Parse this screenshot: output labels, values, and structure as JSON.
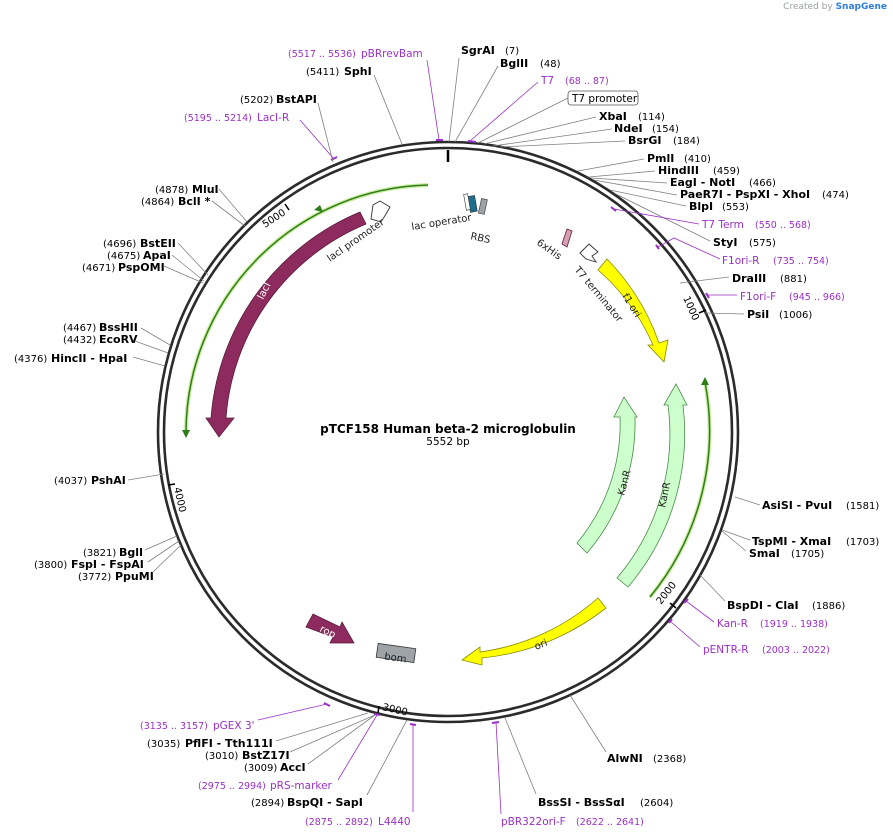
{
  "credit": {
    "prefix": "Created by",
    "brand": "SnapGene"
  },
  "map": {
    "name": "pTCF158 Human beta-2 microglobulin",
    "length_label": "5552 bp",
    "ticks": [
      "1000",
      "2000",
      "3000",
      "4000",
      "5000"
    ]
  },
  "sites": [
    {
      "name": "SgrAI",
      "pos": "(7)"
    },
    {
      "name": "BglII",
      "pos": "(48)"
    },
    {
      "name": "XbaI",
      "pos": "(114)"
    },
    {
      "name": "NdeI",
      "pos": "(154)"
    },
    {
      "name": "BsrGI",
      "pos": "(184)"
    },
    {
      "name": "PmlI",
      "pos": "(410)"
    },
    {
      "name": "HindIII",
      "pos": "(459)"
    },
    {
      "name": "EagI - NotI",
      "pos": "(466)"
    },
    {
      "name": "PaeR7I - PspXI - XhoI",
      "pos": "(474)"
    },
    {
      "name": "BlpI",
      "pos": "(553)"
    },
    {
      "name": "StyI",
      "pos": "(575)"
    },
    {
      "name": "DraIII",
      "pos": "(881)"
    },
    {
      "name": "PsiI",
      "pos": "(1006)"
    },
    {
      "name": "AsiSI - PvuI",
      "pos": "(1581)"
    },
    {
      "name": "TspMI - XmaI",
      "pos": "(1703)"
    },
    {
      "name": "SmaI",
      "pos": "(1705)"
    },
    {
      "name": "BspDI - ClaI",
      "pos": "(1886)"
    },
    {
      "name": "AlwNI",
      "pos": "(2368)"
    },
    {
      "name": "BssSI - BssSαI",
      "pos": "(2604)"
    },
    {
      "name": "BspQI - SapI",
      "pos": "(2894)"
    },
    {
      "name": "AccI",
      "pos": "(3009)"
    },
    {
      "name": "BstZ17I",
      "pos": "(3010)"
    },
    {
      "name": "PflFI - Tth111I",
      "pos": "(3035)"
    },
    {
      "name": "PpuMI",
      "pos": "(3772)"
    },
    {
      "name": "FspI - FspAI",
      "pos": "(3800)"
    },
    {
      "name": "BglI",
      "pos": "(3821)"
    },
    {
      "name": "PshAI",
      "pos": "(4037)"
    },
    {
      "name": "HincII - HpaI",
      "pos": "(4376)"
    },
    {
      "name": "EcoRV",
      "pos": "(4432)"
    },
    {
      "name": "BssHII",
      "pos": "(4467)"
    },
    {
      "name": "PspOMI",
      "pos": "(4671)"
    },
    {
      "name": "ApaI",
      "pos": "(4675)"
    },
    {
      "name": "BstEII",
      "pos": "(4696)"
    },
    {
      "name": "BclI *",
      "pos": "(4864)"
    },
    {
      "name": "MluI",
      "pos": "(4878)"
    },
    {
      "name": "BstAPI",
      "pos": "(5202)"
    },
    {
      "name": "SphI",
      "pos": "(5411)"
    }
  ],
  "primers": [
    {
      "name": "pBRrevBam",
      "range": "(5517 .. 5536)"
    },
    {
      "name": "T7",
      "range": "(68 .. 87)"
    },
    {
      "name": "LacI-R",
      "range": "(5195 .. 5214)"
    },
    {
      "name": "T7 Term",
      "range": "(550 .. 568)"
    },
    {
      "name": "F1ori-R",
      "range": "(735 .. 754)"
    },
    {
      "name": "F1ori-F",
      "range": "(945 .. 966)"
    },
    {
      "name": "Kan-R",
      "range": "(1919 .. 1938)"
    },
    {
      "name": "pENTR-R",
      "range": "(2003 .. 2022)"
    },
    {
      "name": "pBR322ori-F",
      "range": "(2622 .. 2641)"
    },
    {
      "name": "L4440",
      "range": "(2875 .. 2892)"
    },
    {
      "name": "pRS-marker",
      "range": "(2975 .. 2994)"
    },
    {
      "name": "pGEX 3'",
      "range": "(3135 .. 3157)"
    }
  ],
  "boxed_label": "T7 promoter",
  "features": {
    "lacI": "lacI",
    "lacI_promoter": "lacI promoter",
    "lac_operator": "lac operator",
    "rbs": "RBS",
    "his": "6xHis",
    "t7_terminator": "T7 terminator",
    "f1_ori": "f1 ori",
    "kanR_1": "KanR",
    "kanR_2": "KanR",
    "ori": "ori",
    "rop": "rop",
    "bom": "bom"
  },
  "colors": {
    "backbone": "#2b2b2b",
    "lacI": "#8e2b5e",
    "ori": "#ffff00",
    "kanR": "#ccffcc",
    "orf_green": "#2f7d1a",
    "primer": "#9b30c8",
    "bom": "#9ea3a8"
  }
}
